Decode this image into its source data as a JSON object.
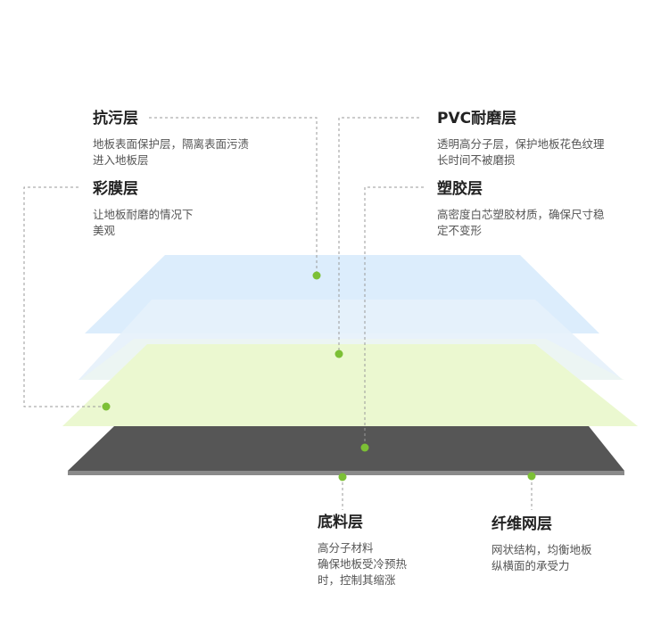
{
  "layers": {
    "stain": {
      "title": "抗污层",
      "desc": [
        "地板表面保护层，隔离表面污渍",
        "进入地板层"
      ]
    },
    "pvc": {
      "title": "PVC耐磨层",
      "desc": [
        "透明高分子层，保护地板花色纹理",
        "长时间不被磨损"
      ]
    },
    "film": {
      "title": "彩膜层",
      "desc": [
        "让地板耐磨的情况下",
        "美观"
      ]
    },
    "plastic": {
      "title": "塑胶层",
      "desc": [
        "高密度白芯塑胶材质，确保尺寸稳",
        "定不变形"
      ]
    },
    "base": {
      "title": "底料层",
      "desc": [
        "高分子材料",
        "确保地板受冷预热",
        "时，控制其缩涨"
      ]
    },
    "fiber": {
      "title": "纤维网层",
      "desc": [
        "网状结构，均衡地板",
        "纵横面的承受力"
      ]
    }
  },
  "colors": {
    "accent_dot": "#7cc035",
    "leader_line": "#9a9a9a",
    "layer_blue": "#dcecfb",
    "layer_green": "#eaf8cf",
    "layer_dark": "#555555"
  }
}
